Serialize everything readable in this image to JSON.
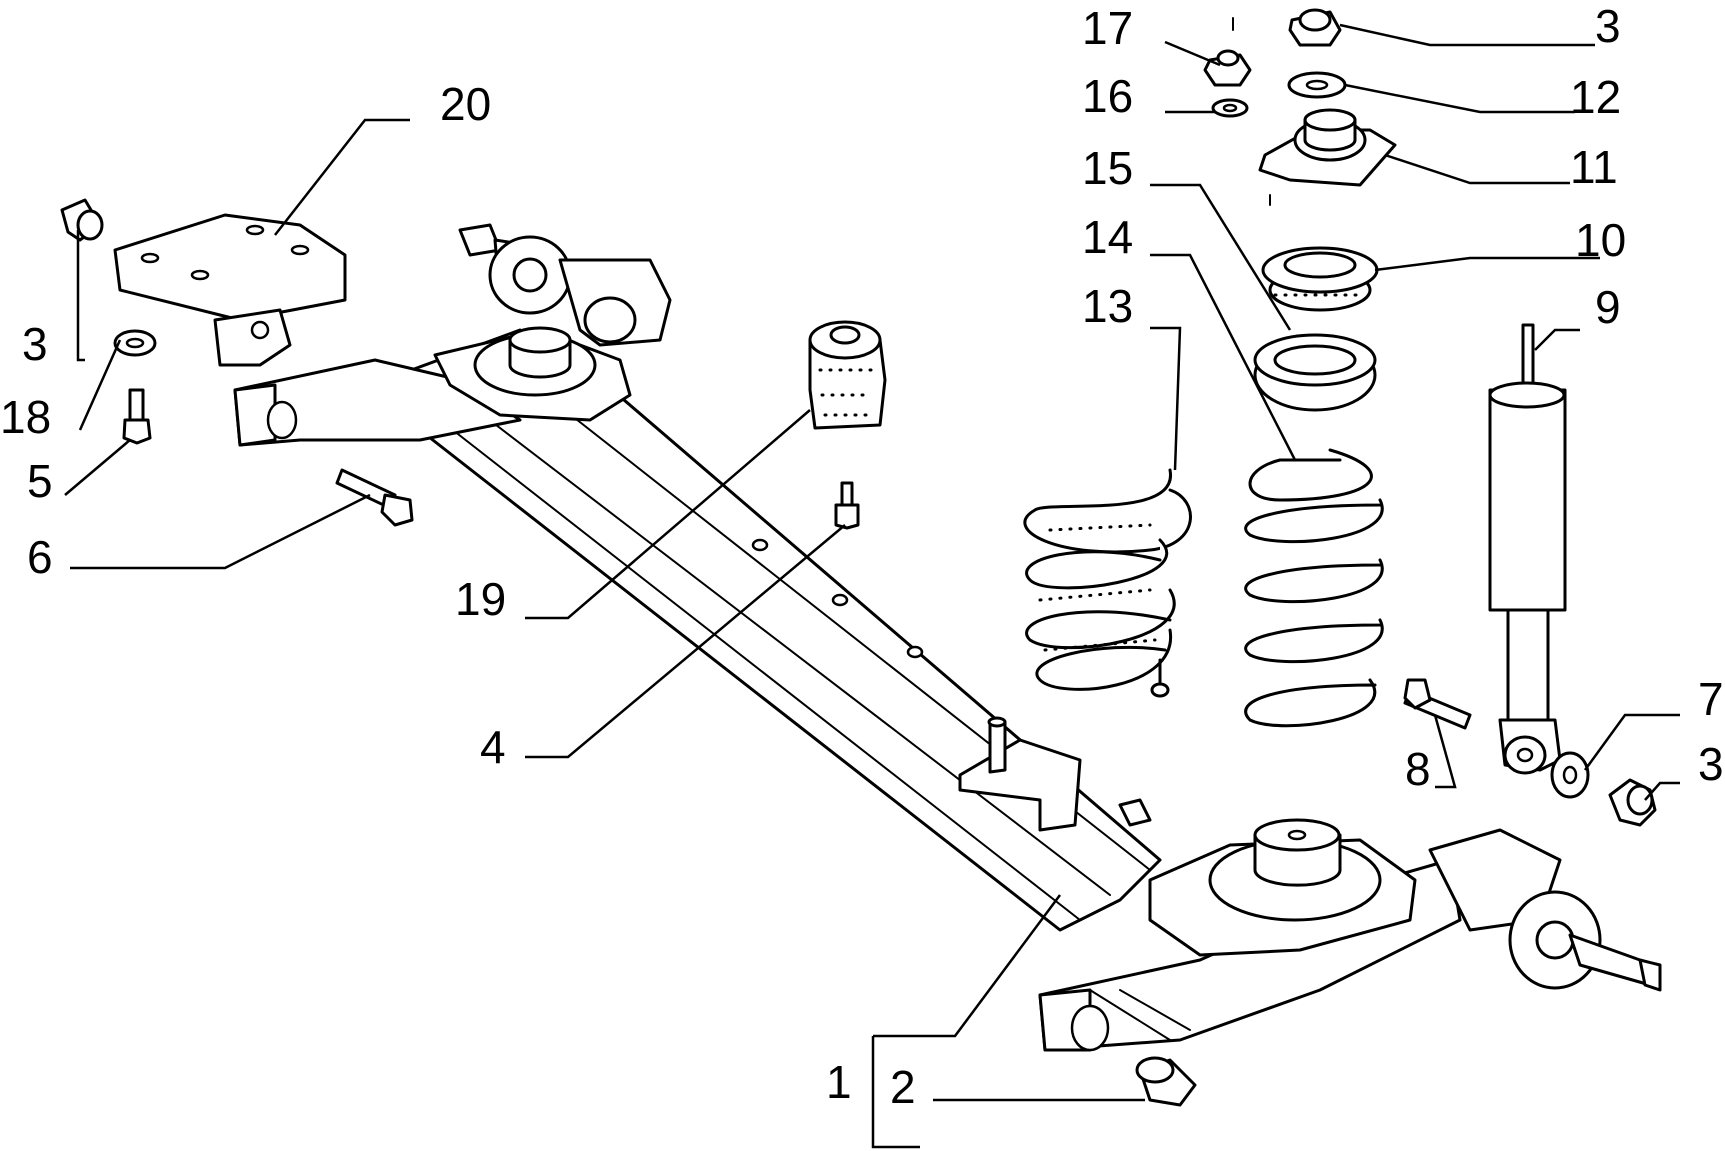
{
  "diagram": {
    "callouts": [
      "1",
      "2",
      "3",
      "4",
      "5",
      "6",
      "7",
      "8",
      "9",
      "10",
      "11",
      "12",
      "13",
      "14",
      "15",
      "16",
      "17",
      "18",
      "19",
      "20"
    ],
    "repeated_callout": "3"
  }
}
